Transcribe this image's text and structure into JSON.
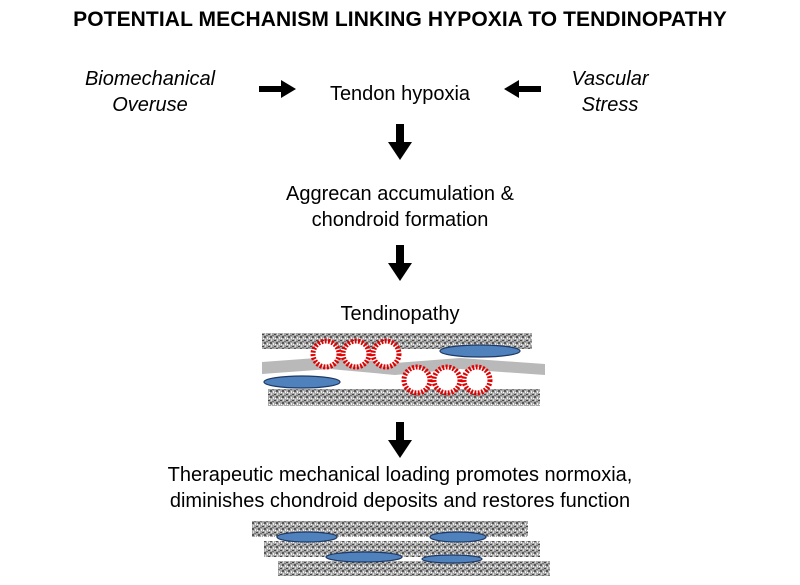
{
  "title": "POTENTIAL MECHANISM LINKING HYPOXIA TO TENDINOPATHY",
  "nodes": {
    "overuse": [
      "Biomechanical",
      "Overuse"
    ],
    "hypoxia": "Tendon hypoxia",
    "vascular": [
      "Vascular",
      "Stress"
    ],
    "aggrecan": [
      "Aggrecan accumulation &",
      "chondroid formation"
    ],
    "tendinopathy": "Tendinopathy",
    "therapy": [
      "Therapeutic mechanical loading promotes normoxia,",
      "diminishes chondroid deposits and restores function"
    ]
  },
  "colors": {
    "fiber": "#9a9a9a",
    "cell": "#4f81bd",
    "chondroid": "#e00000",
    "arrow": "#000000"
  }
}
